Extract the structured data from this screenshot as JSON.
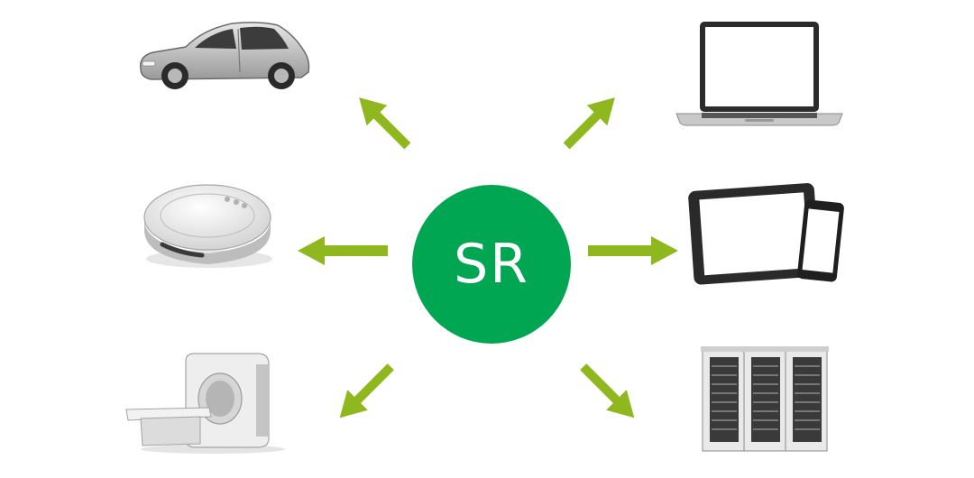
{
  "hub": {
    "label": "SR",
    "color": "#00a651"
  },
  "arrow_color": "#8fb81e",
  "devices": [
    {
      "name": "car",
      "icon": "car-icon"
    },
    {
      "name": "laptop",
      "icon": "laptop-icon"
    },
    {
      "name": "robot-vacuum",
      "icon": "robot-vacuum-icon"
    },
    {
      "name": "tablet-and-phone",
      "icon": "tablet-phone-icon"
    },
    {
      "name": "mri-scanner",
      "icon": "mri-scanner-icon"
    },
    {
      "name": "server-racks",
      "icon": "server-rack-icon"
    }
  ]
}
